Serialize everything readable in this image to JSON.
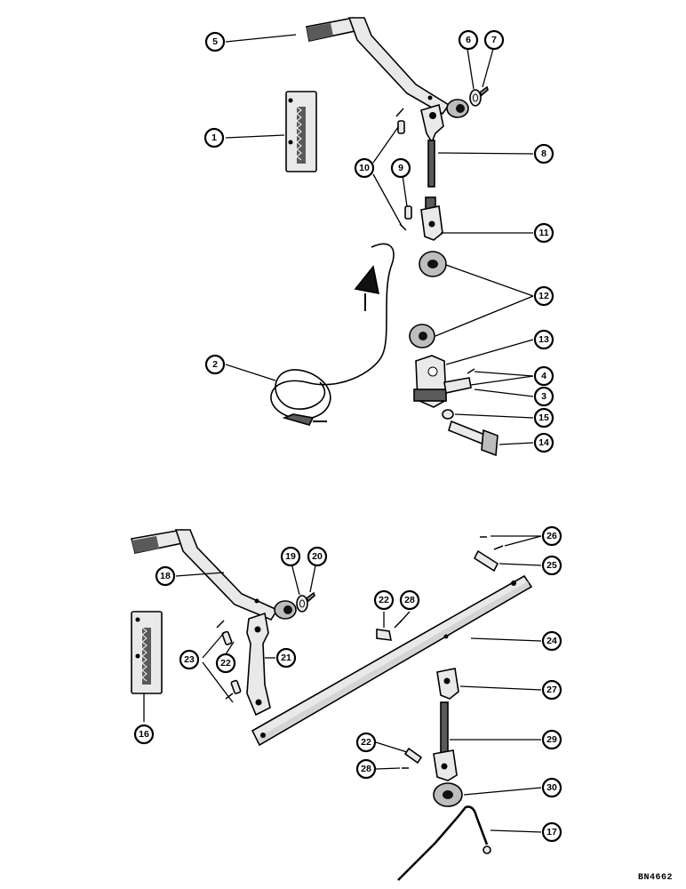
{
  "drawing_id": "BN4662",
  "callouts": {
    "c1": "1",
    "c2": "2",
    "c3": "3",
    "c4": "4",
    "c5": "5",
    "c6": "6",
    "c7": "7",
    "c8": "8",
    "c9": "9",
    "c10": "10",
    "c11": "11",
    "c12": "12",
    "c13": "13",
    "c14": "14",
    "c15": "15",
    "c16": "16",
    "c17": "17",
    "c18": "18",
    "c19": "19",
    "c20": "20",
    "c21": "21",
    "c22a": "22",
    "c22b": "22",
    "c22c": "22",
    "c23": "23",
    "c24": "24",
    "c25": "25",
    "c26": "26",
    "c27": "27",
    "c28a": "28",
    "c28b": "28",
    "c29": "29",
    "c30": "30"
  }
}
